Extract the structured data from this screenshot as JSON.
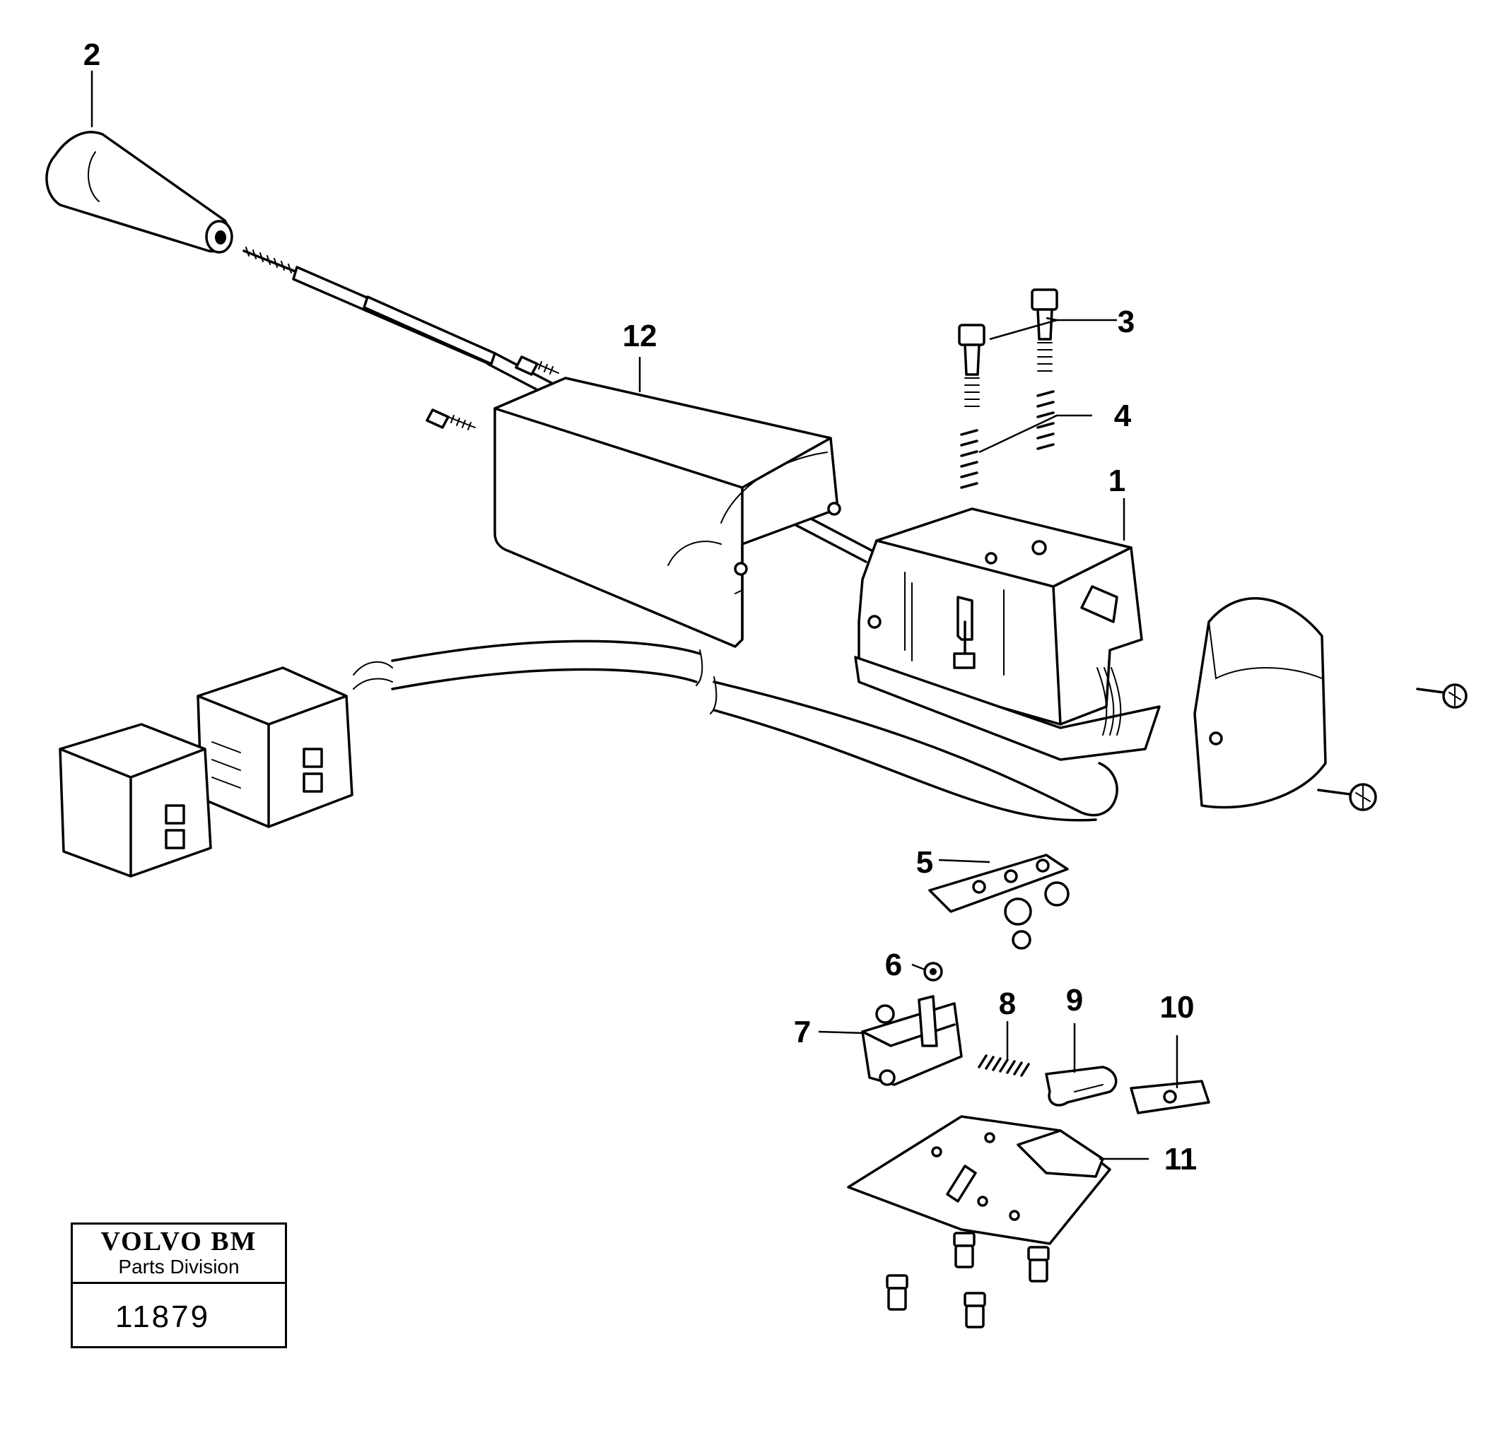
{
  "callouts": [
    "1",
    "2",
    "3",
    "4",
    "5",
    "6",
    "7",
    "8",
    "9",
    "10",
    "11",
    "12"
  ],
  "title_block": {
    "brand": "VOLVO BM",
    "division": "Parts Division",
    "drawing_number": "11879"
  }
}
